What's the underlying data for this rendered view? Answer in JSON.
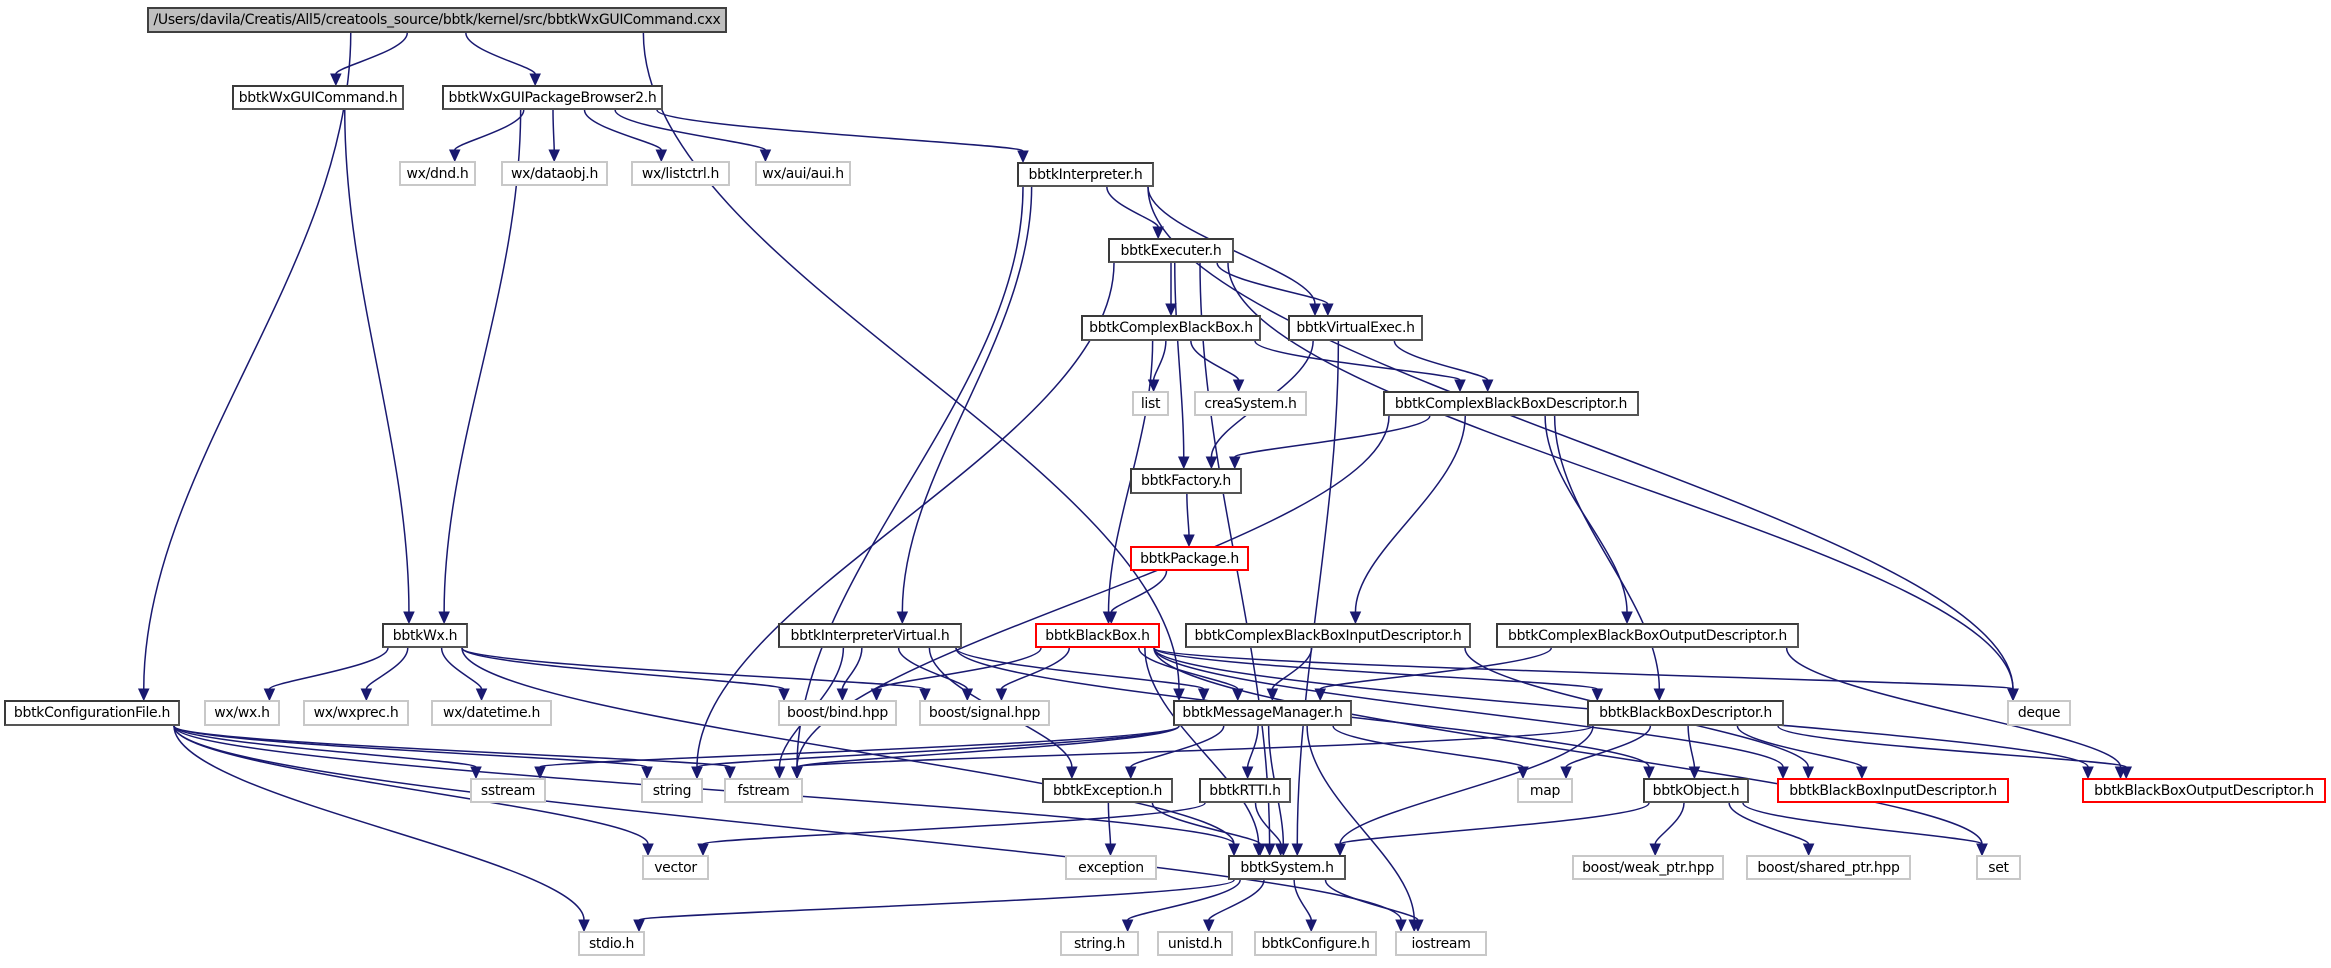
{
  "title": "/Users/davila/Creatis/All5/creatools_source/bbtk/kernel/src/bbtkWxGUICommand.cxx",
  "colors": {
    "edge": "#191970",
    "root_fill": "#bfbfbf",
    "local_border": "#3a3a3a",
    "system_border": "#c8c8c8",
    "missing_border": "#ff0000"
  },
  "nodes": [
    {
      "id": "root",
      "label": "/Users/davila/Creatis/All5/creatools_source/bbtk/kernel/src/bbtkWxGUICommand.cxx",
      "kind": "root"
    },
    {
      "id": "wxguicommand",
      "label": "bbtkWxGUICommand.h",
      "kind": "local"
    },
    {
      "id": "wxguipb2",
      "label": "bbtkWxGUIPackageBrowser2.h",
      "kind": "local"
    },
    {
      "id": "wxdnd",
      "label": "wx/dnd.h",
      "kind": "system"
    },
    {
      "id": "wxdataobj",
      "label": "wx/dataobj.h",
      "kind": "system"
    },
    {
      "id": "wxlistctrl",
      "label": "wx/listctrl.h",
      "kind": "system"
    },
    {
      "id": "wxaui",
      "label": "wx/aui/aui.h",
      "kind": "system"
    },
    {
      "id": "interpreter",
      "label": "bbtkInterpreter.h",
      "kind": "local"
    },
    {
      "id": "executer",
      "label": "bbtkExecuter.h",
      "kind": "local"
    },
    {
      "id": "complexbb",
      "label": "bbtkComplexBlackBox.h",
      "kind": "local"
    },
    {
      "id": "virtualexec",
      "label": "bbtkVirtualExec.h",
      "kind": "local"
    },
    {
      "id": "list",
      "label": "list",
      "kind": "system"
    },
    {
      "id": "creasystem",
      "label": "creaSystem.h",
      "kind": "system"
    },
    {
      "id": "cbbdesc",
      "label": "bbtkComplexBlackBoxDescriptor.h",
      "kind": "local"
    },
    {
      "id": "factory",
      "label": "bbtkFactory.h",
      "kind": "local"
    },
    {
      "id": "package",
      "label": "bbtkPackage.h",
      "kind": "missing"
    },
    {
      "id": "wx",
      "label": "bbtkWx.h",
      "kind": "local"
    },
    {
      "id": "interpvirtual",
      "label": "bbtkInterpreterVirtual.h",
      "kind": "local"
    },
    {
      "id": "blackbox",
      "label": "bbtkBlackBox.h",
      "kind": "missing"
    },
    {
      "id": "cbbindesc",
      "label": "bbtkComplexBlackBoxInputDescriptor.h",
      "kind": "local"
    },
    {
      "id": "cbboutdesc",
      "label": "bbtkComplexBlackBoxOutputDescriptor.h",
      "kind": "local"
    },
    {
      "id": "configfile",
      "label": "bbtkConfigurationFile.h",
      "kind": "local"
    },
    {
      "id": "wxwx",
      "label": "wx/wx.h",
      "kind": "system"
    },
    {
      "id": "wxprec",
      "label": "wx/wxprec.h",
      "kind": "system"
    },
    {
      "id": "wxdatetime",
      "label": "wx/datetime.h",
      "kind": "system"
    },
    {
      "id": "boostbind",
      "label": "boost/bind.hpp",
      "kind": "system"
    },
    {
      "id": "boostsignal",
      "label": "boost/signal.hpp",
      "kind": "system"
    },
    {
      "id": "msgmanager",
      "label": "bbtkMessageManager.h",
      "kind": "local"
    },
    {
      "id": "bbdesc",
      "label": "bbtkBlackBoxDescriptor.h",
      "kind": "local"
    },
    {
      "id": "deque",
      "label": "deque",
      "kind": "system"
    },
    {
      "id": "sstream",
      "label": "sstream",
      "kind": "system"
    },
    {
      "id": "string",
      "label": "string",
      "kind": "system"
    },
    {
      "id": "fstream",
      "label": "fstream",
      "kind": "system"
    },
    {
      "id": "exceptionh",
      "label": "bbtkException.h",
      "kind": "local"
    },
    {
      "id": "rtti",
      "label": "bbtkRTTI.h",
      "kind": "local"
    },
    {
      "id": "map",
      "label": "map",
      "kind": "system"
    },
    {
      "id": "object",
      "label": "bbtkObject.h",
      "kind": "local"
    },
    {
      "id": "bbindesc",
      "label": "bbtkBlackBoxInputDescriptor.h",
      "kind": "missing"
    },
    {
      "id": "bboutdesc",
      "label": "bbtkBlackBoxOutputDescriptor.h",
      "kind": "missing"
    },
    {
      "id": "vector",
      "label": "vector",
      "kind": "system"
    },
    {
      "id": "exception",
      "label": "exception",
      "kind": "system"
    },
    {
      "id": "system",
      "label": "bbtkSystem.h",
      "kind": "local"
    },
    {
      "id": "weakptr",
      "label": "boost/weak_ptr.hpp",
      "kind": "system"
    },
    {
      "id": "sharedptr",
      "label": "boost/shared_ptr.hpp",
      "kind": "system"
    },
    {
      "id": "set",
      "label": "set",
      "kind": "system"
    },
    {
      "id": "stdio",
      "label": "stdio.h",
      "kind": "system"
    },
    {
      "id": "stringh",
      "label": "string.h",
      "kind": "system"
    },
    {
      "id": "unistd",
      "label": "unistd.h",
      "kind": "system"
    },
    {
      "id": "configure",
      "label": "bbtkConfigure.h",
      "kind": "system"
    },
    {
      "id": "iostream",
      "label": "iostream",
      "kind": "system"
    }
  ],
  "edges": [
    [
      "root",
      "wxguicommand"
    ],
    [
      "root",
      "wxguipb2"
    ],
    [
      "root",
      "configfile"
    ],
    [
      "root",
      "msgmanager"
    ],
    [
      "wxguicommand",
      "wx"
    ],
    [
      "wxguipb2",
      "wx"
    ],
    [
      "wxguipb2",
      "wxdnd"
    ],
    [
      "wxguipb2",
      "wxdataobj"
    ],
    [
      "wxguipb2",
      "wxlistctrl"
    ],
    [
      "wxguipb2",
      "wxaui"
    ],
    [
      "wxguipb2",
      "interpreter"
    ],
    [
      "interpreter",
      "executer"
    ],
    [
      "interpreter",
      "virtualexec"
    ],
    [
      "interpreter",
      "interpvirtual"
    ],
    [
      "interpreter",
      "fstream"
    ],
    [
      "interpreter",
      "deque"
    ],
    [
      "executer",
      "complexbb"
    ],
    [
      "executer",
      "virtualexec"
    ],
    [
      "executer",
      "factory"
    ],
    [
      "executer",
      "string"
    ],
    [
      "executer",
      "deque"
    ],
    [
      "executer",
      "system"
    ],
    [
      "complexbb",
      "list"
    ],
    [
      "complexbb",
      "creasystem"
    ],
    [
      "complexbb",
      "cbbdesc"
    ],
    [
      "complexbb",
      "blackbox"
    ],
    [
      "virtualexec",
      "cbbdesc"
    ],
    [
      "virtualexec",
      "factory"
    ],
    [
      "virtualexec",
      "system"
    ],
    [
      "cbbdesc",
      "factory"
    ],
    [
      "cbbdesc",
      "cbbindesc"
    ],
    [
      "cbbdesc",
      "cbboutdesc"
    ],
    [
      "cbbdesc",
      "fstream"
    ],
    [
      "cbbdesc",
      "bbdesc"
    ],
    [
      "factory",
      "package"
    ],
    [
      "package",
      "blackbox"
    ],
    [
      "wx",
      "wxwx"
    ],
    [
      "wx",
      "wxprec"
    ],
    [
      "wx",
      "wxdatetime"
    ],
    [
      "wx",
      "boostbind"
    ],
    [
      "wx",
      "boostsignal"
    ],
    [
      "wx",
      "system"
    ],
    [
      "interpvirtual",
      "boostbind"
    ],
    [
      "interpvirtual",
      "boostsignal"
    ],
    [
      "interpvirtual",
      "msgmanager"
    ],
    [
      "interpvirtual",
      "exceptionh"
    ],
    [
      "interpvirtual",
      "fstream"
    ],
    [
      "interpvirtual",
      "object"
    ],
    [
      "blackbox",
      "boostbind"
    ],
    [
      "blackbox",
      "boostsignal"
    ],
    [
      "blackbox",
      "msgmanager"
    ],
    [
      "blackbox",
      "bbdesc"
    ],
    [
      "blackbox",
      "bbindesc"
    ],
    [
      "blackbox",
      "bboutdesc"
    ],
    [
      "blackbox",
      "system"
    ],
    [
      "blackbox",
      "set"
    ],
    [
      "blackbox",
      "deque"
    ],
    [
      "cbbindesc",
      "msgmanager"
    ],
    [
      "cbbindesc",
      "bbindesc"
    ],
    [
      "cbboutdesc",
      "msgmanager"
    ],
    [
      "cbboutdesc",
      "bboutdesc"
    ],
    [
      "configfile",
      "sstream"
    ],
    [
      "configfile",
      "string"
    ],
    [
      "configfile",
      "fstream"
    ],
    [
      "configfile",
      "vector"
    ],
    [
      "configfile",
      "stdio"
    ],
    [
      "configfile",
      "iostream"
    ],
    [
      "configfile",
      "system"
    ],
    [
      "msgmanager",
      "string"
    ],
    [
      "msgmanager",
      "sstream"
    ],
    [
      "msgmanager",
      "fstream"
    ],
    [
      "msgmanager",
      "exceptionh"
    ],
    [
      "msgmanager",
      "rtti"
    ],
    [
      "msgmanager",
      "system"
    ],
    [
      "msgmanager",
      "map"
    ],
    [
      "msgmanager",
      "iostream"
    ],
    [
      "bbdesc",
      "map"
    ],
    [
      "bbdesc",
      "object"
    ],
    [
      "bbdesc",
      "bbindesc"
    ],
    [
      "bbdesc",
      "bboutdesc"
    ],
    [
      "bbdesc",
      "fstream"
    ],
    [
      "bbdesc",
      "system"
    ],
    [
      "exceptionh",
      "exception"
    ],
    [
      "exceptionh",
      "system"
    ],
    [
      "rtti",
      "vector"
    ],
    [
      "rtti",
      "system"
    ],
    [
      "object",
      "weakptr"
    ],
    [
      "object",
      "sharedptr"
    ],
    [
      "object",
      "set"
    ],
    [
      "object",
      "system"
    ],
    [
      "system",
      "stdio"
    ],
    [
      "system",
      "stringh"
    ],
    [
      "system",
      "unistd"
    ],
    [
      "system",
      "configure"
    ],
    [
      "system",
      "iostream"
    ]
  ]
}
